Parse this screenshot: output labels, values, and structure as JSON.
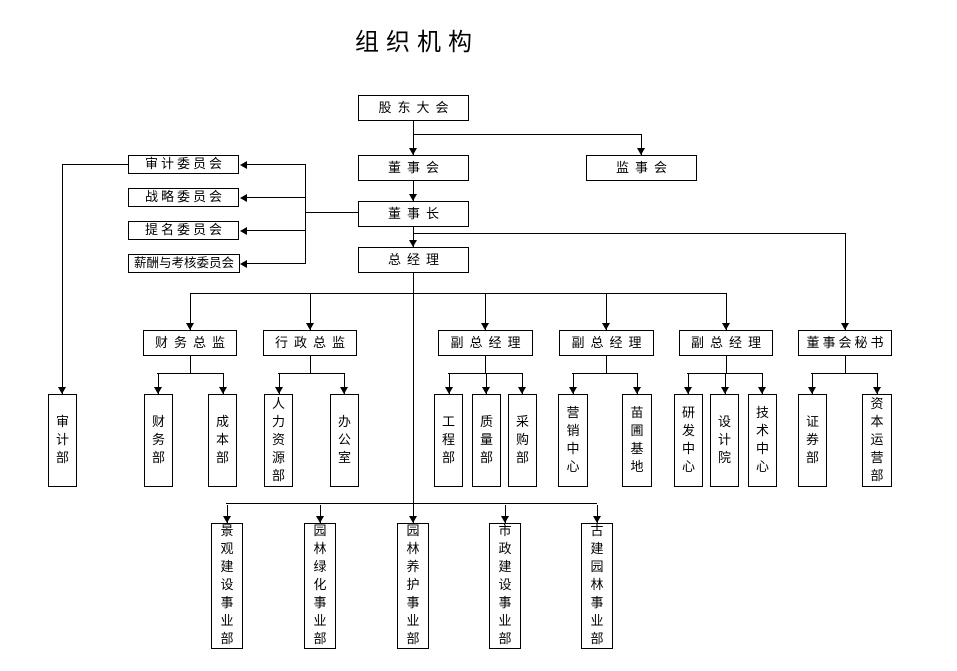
{
  "title": "组织机构",
  "colors": {
    "line": "#000000",
    "box_border": "#000000",
    "background": "#ffffff",
    "text": "#000000"
  },
  "nodes": {
    "shareholders": "股东大会",
    "board": "董事会",
    "supervisory": "监事会",
    "chairman": "董事长",
    "gm": "总经理",
    "committee_audit": "审计委员会",
    "committee_strategy": "战略委员会",
    "committee_nomination": "提名委员会",
    "committee_remuneration": "薪酬与考核委员会",
    "cfo": "财务总监",
    "admin_director": "行政总监",
    "deputy_gm_1": "副总经理",
    "deputy_gm_2": "副总经理",
    "deputy_gm_3": "副总经理",
    "board_secretary": "董事会秘书",
    "dept_audit": "审计部",
    "dept_finance": "财务部",
    "dept_cost": "成本部",
    "dept_hr": "人力资源部",
    "dept_office": "办公室",
    "dept_engineering": "工程部",
    "dept_quality": "质量部",
    "dept_procurement": "采购部",
    "dept_marketing": "营销中心",
    "dept_nursery": "苗圃基地",
    "dept_rnd": "研发中心",
    "dept_design": "设计院",
    "dept_technology": "技术中心",
    "dept_securities": "证券部",
    "dept_capital": "资本运营部",
    "div_landscape": "景观建设事业部",
    "div_greening": "园林绿化事业部",
    "div_maintenance": "园林养护事业部",
    "div_municipal": "市政建设事业部",
    "div_ancient": "古建园林事业部"
  },
  "reporting_lines": [
    "股东大会 → 董事会",
    "股东大会 → 监事会",
    "董事会 → 董事长",
    "董事长 → 审计委员会",
    "董事长 → 战略委员会",
    "董事长 → 提名委员会",
    "董事长 → 薪酬与考核委员会",
    "董事长 → 总经理",
    "董事长 → 董事会秘书",
    "审计委员会 → 审计部",
    "总经理 → 财务总监",
    "总经理 → 行政总监",
    "总经理 → 副总经理(1)",
    "总经理 → 副总经理(2)",
    "总经理 → 副总经理(3)",
    "财务总监 → 财务部",
    "财务总监 → 成本部",
    "行政总监 → 人力资源部",
    "行政总监 → 办公室",
    "副总经理(1) → 工程部",
    "副总经理(1) → 质量部",
    "副总经理(1) → 采购部",
    "副总经理(2) → 营销中心",
    "副总经理(2) → 苗圃基地",
    "副总经理(3) → 研发中心",
    "副总经理(3) → 设计院",
    "副总经理(3) → 技术中心",
    "董事会秘书 → 证券部",
    "董事会秘书 → 资本运营部",
    "总经理 → 景观建设事业部",
    "总经理 → 园林绿化事业部",
    "总经理 → 园林养护事业部",
    "总经理 → 市政建设事业部",
    "总经理 → 古建园林事业部"
  ]
}
